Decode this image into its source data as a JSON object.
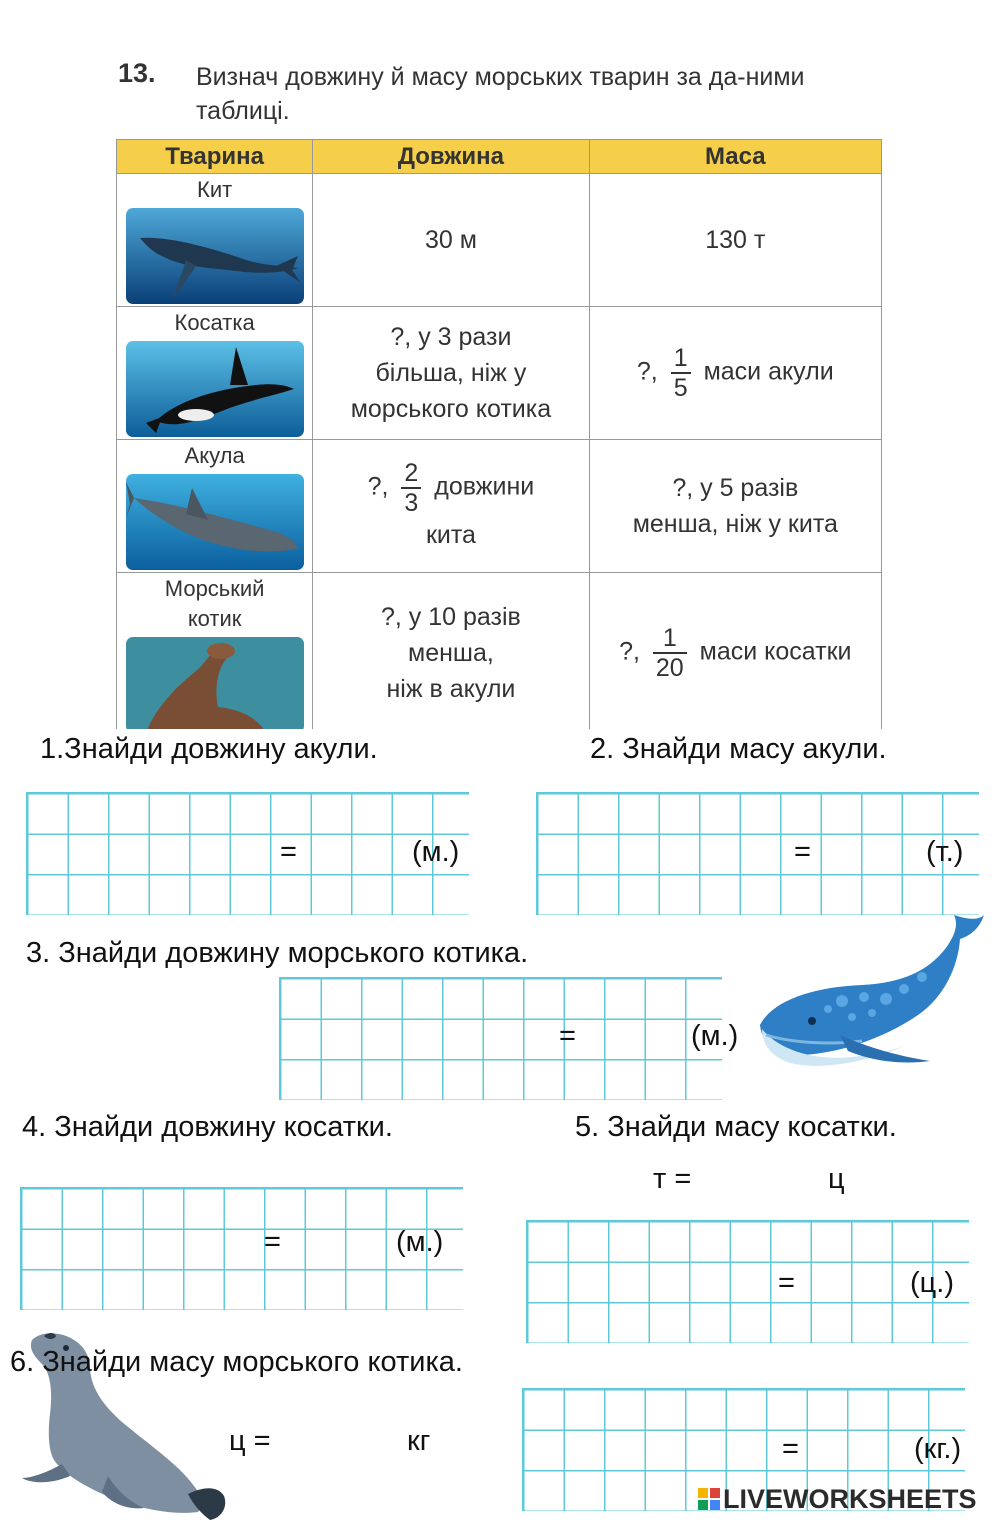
{
  "task": {
    "number": "13.",
    "text": "Визнач довжину й масу морських тварин за да-ними таблиці."
  },
  "table": {
    "headers": [
      "Тварина",
      "Довжина",
      "Маса"
    ],
    "rows": [
      {
        "animal": "Кит",
        "length": "30 м",
        "mass": "130 т"
      },
      {
        "animal": "Косатка",
        "length_l1": "?, у 3 рази",
        "length_l2": "більша, ніж у",
        "length_l3": "морського котика",
        "mass_pre": "?,",
        "mass_num": "1",
        "mass_den": "5",
        "mass_post": "маси акули"
      },
      {
        "animal": "Акула",
        "length_pre": "?,",
        "length_num": "2",
        "length_den": "3",
        "length_post": "довжини",
        "length_l2": "кита",
        "mass_l1": "?, у 5 разів",
        "mass_l2": "менша, ніж у кита"
      },
      {
        "animal_l1": "Морський",
        "animal_l2": "котик",
        "length_l1": "?, у 10 разів",
        "length_l2": "менша,",
        "length_l3": "ніж в акули",
        "mass_pre": "?,",
        "mass_num": "1",
        "mass_den": "20",
        "mass_post": "маси косатки"
      }
    ]
  },
  "questions": {
    "q1": {
      "label": "1.Знайди довжину акули.",
      "eq": "=",
      "unit": "(м.)"
    },
    "q2": {
      "label": "2. Знайди масу акули.",
      "eq": "=",
      "unit": "(т.)"
    },
    "q3": {
      "label": "3. Знайди довжину морського котика.",
      "eq": "=",
      "unit": "(м.)"
    },
    "q4": {
      "label": "4. Знайди довжину косатки.",
      "eq": "=",
      "unit": "(м.)"
    },
    "q5": {
      "label": "5. Знайди масу косатки.",
      "conv_left": "т =",
      "conv_right": "ц",
      "eq": "=",
      "unit": "(ц.)"
    },
    "q6": {
      "label": "6. Знайди масу морського котика.",
      "conv_left": "ц =",
      "conv_right": "кг",
      "eq": "=",
      "unit": "(кг.)"
    }
  },
  "brand": {
    "logo": "LIVEWORKSHEETS"
  },
  "colors": {
    "header_bg": "#f6cf4a",
    "grid": "#5ec9d8",
    "whale": "#2f7fc6"
  }
}
